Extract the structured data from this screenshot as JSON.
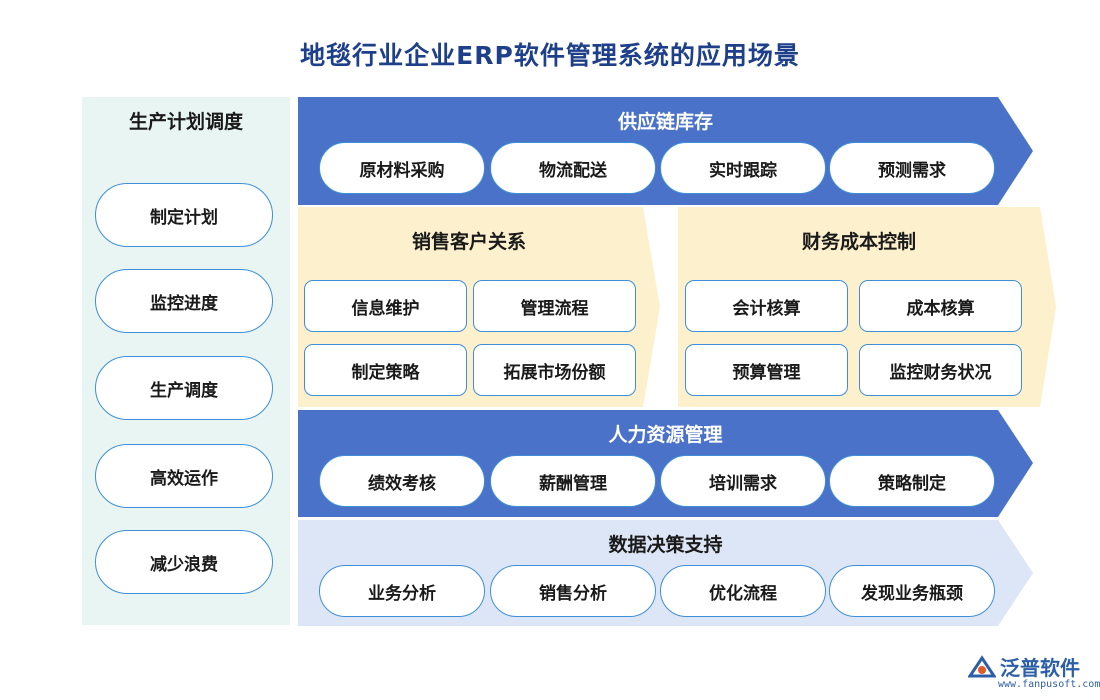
{
  "title": "地毯行业企业ERP软件管理系统的应用场景",
  "left": {
    "title": "生产计划调度",
    "items": [
      "制定计划",
      "监控进度",
      "生产调度",
      "高效运作",
      "减少浪费"
    ]
  },
  "supply": {
    "title": "供应链库存",
    "items": [
      "原材料采购",
      "物流配送",
      "实时跟踪",
      "预测需求"
    ],
    "color": "#4a72c8"
  },
  "sales": {
    "title": "销售客户关系",
    "items": [
      "信息维护",
      "管理流程",
      "制定策略",
      "拓展市场份额"
    ],
    "color": "#fdf0cc"
  },
  "finance": {
    "title": "财务成本控制",
    "items": [
      "会计核算",
      "成本核算",
      "预算管理",
      "监控财务状况"
    ],
    "color": "#fdf0cc"
  },
  "hr": {
    "title": "人力资源管理",
    "items": [
      "绩效考核",
      "薪酬管理",
      "培训需求",
      "策略制定"
    ],
    "color": "#4a72c8"
  },
  "data": {
    "title": "数据决策支持",
    "items": [
      "业务分析",
      "销售分析",
      "优化流程",
      "发现业务瓶颈"
    ],
    "color": "#dde6f6"
  },
  "logo": {
    "name": "泛普软件",
    "url": "www.fanpusoft.com",
    "icon": "fanpu-logo-icon"
  }
}
